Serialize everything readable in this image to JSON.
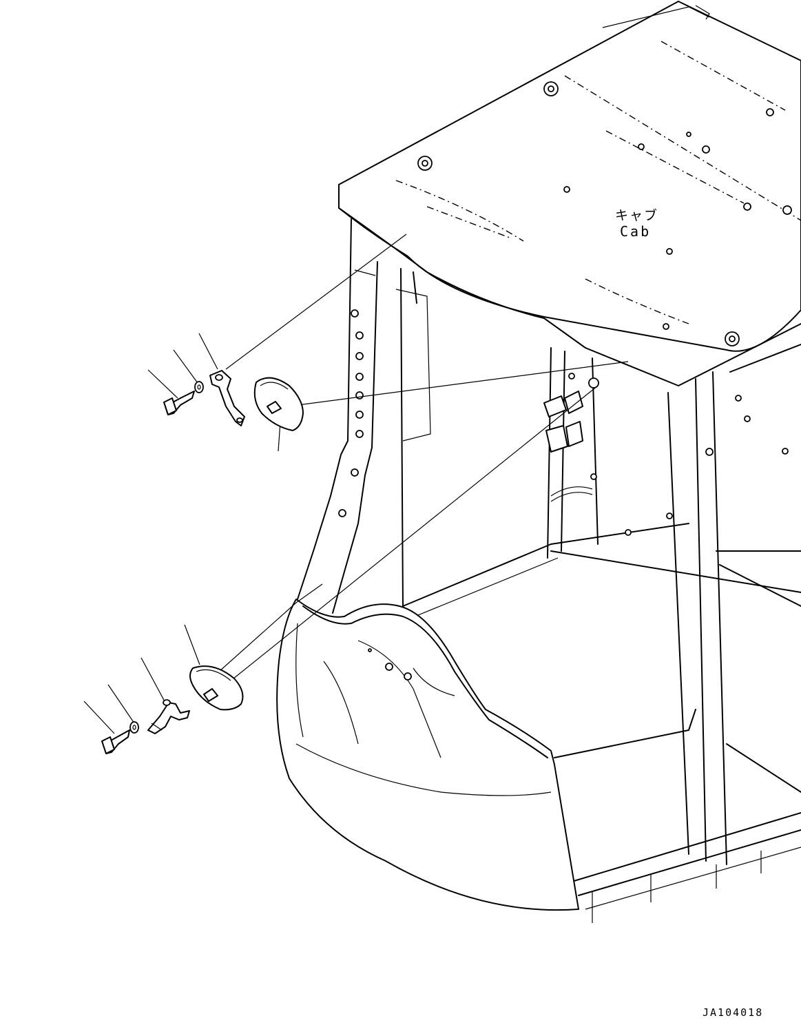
{
  "labels": {
    "cab_japanese": "キャブ",
    "cab_english": "Cab",
    "drawing_number": "JA104018"
  },
  "parts": {
    "upper_mirror": [
      "bolt-icon",
      "washer-icon",
      "bracket-icon",
      "mirror-icon"
    ],
    "lower_mirror": [
      "bolt-icon",
      "washer-icon",
      "bracket-icon",
      "mirror-icon"
    ]
  },
  "colors": {
    "line": "#000000",
    "background": "#ffffff"
  }
}
